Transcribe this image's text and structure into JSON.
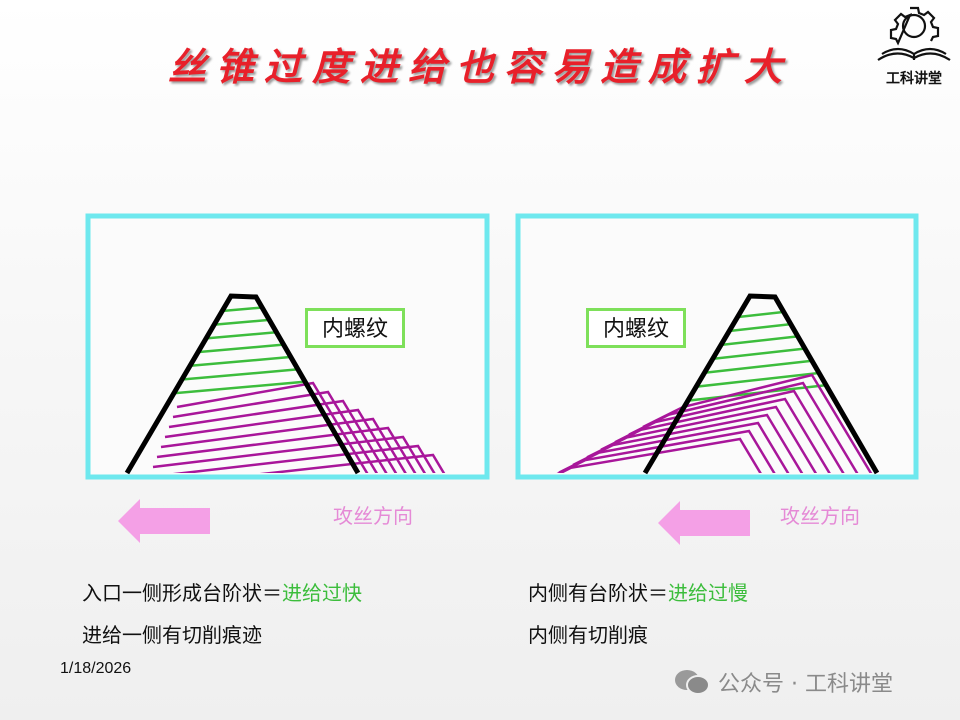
{
  "title": "丝锥过度进给也容易造成扩大",
  "logo": {
    "text": "工科讲堂",
    "icon": "gear-book-icon"
  },
  "panels": [
    {
      "label": "内螺纹",
      "direction": "攻丝方向"
    },
    {
      "label": "内螺纹",
      "direction": "攻丝方向"
    }
  ],
  "captions": {
    "left": {
      "line1_prefix": "入口一侧形成台阶状＝",
      "line1_highlight": "进给过快",
      "line2": "进给一侧有切削痕迹"
    },
    "right": {
      "line1_prefix": "内侧有台阶状＝",
      "line1_highlight": "进给过慢",
      "line2": "内侧有切削痕"
    }
  },
  "date": "1/18/2026",
  "watermark": {
    "text": "公众号 · 工科讲堂",
    "icon": "wechat-icon"
  },
  "colors": {
    "title": "#e8202a",
    "frame": "#6ee8ee",
    "green": "#3cbd3c",
    "magenta": "#a8169a",
    "arrow": "#f4a0e6"
  }
}
